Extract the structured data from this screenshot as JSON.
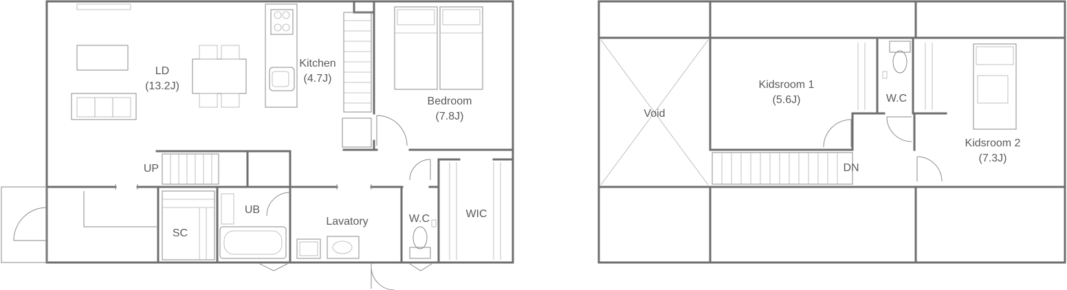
{
  "floors": {
    "first": {
      "rooms": {
        "ld": {
          "name": "LD",
          "size": "(13.2J)"
        },
        "kitchen": {
          "name": "Kitchen",
          "size": "(4.7J)"
        },
        "bedroom": {
          "name": "Bedroom",
          "size": "(7.8J)"
        },
        "up": "UP",
        "sc": "SC",
        "ub": "UB",
        "lavatory": "Lavatory",
        "wc": "W.C",
        "wic": "WIC"
      }
    },
    "second": {
      "rooms": {
        "void": "Void",
        "kidsroom1": {
          "name": "Kidsroom 1",
          "size": "(5.6J)"
        },
        "wc": "W.C",
        "kidsroom2": {
          "name": "Kidsroom 2",
          "size": "(7.3J)"
        },
        "dn": "DN"
      }
    }
  },
  "colors": {
    "wall": "#6e6e6e",
    "fixture": "#8a8a8a",
    "text": "#5a5a5a"
  }
}
